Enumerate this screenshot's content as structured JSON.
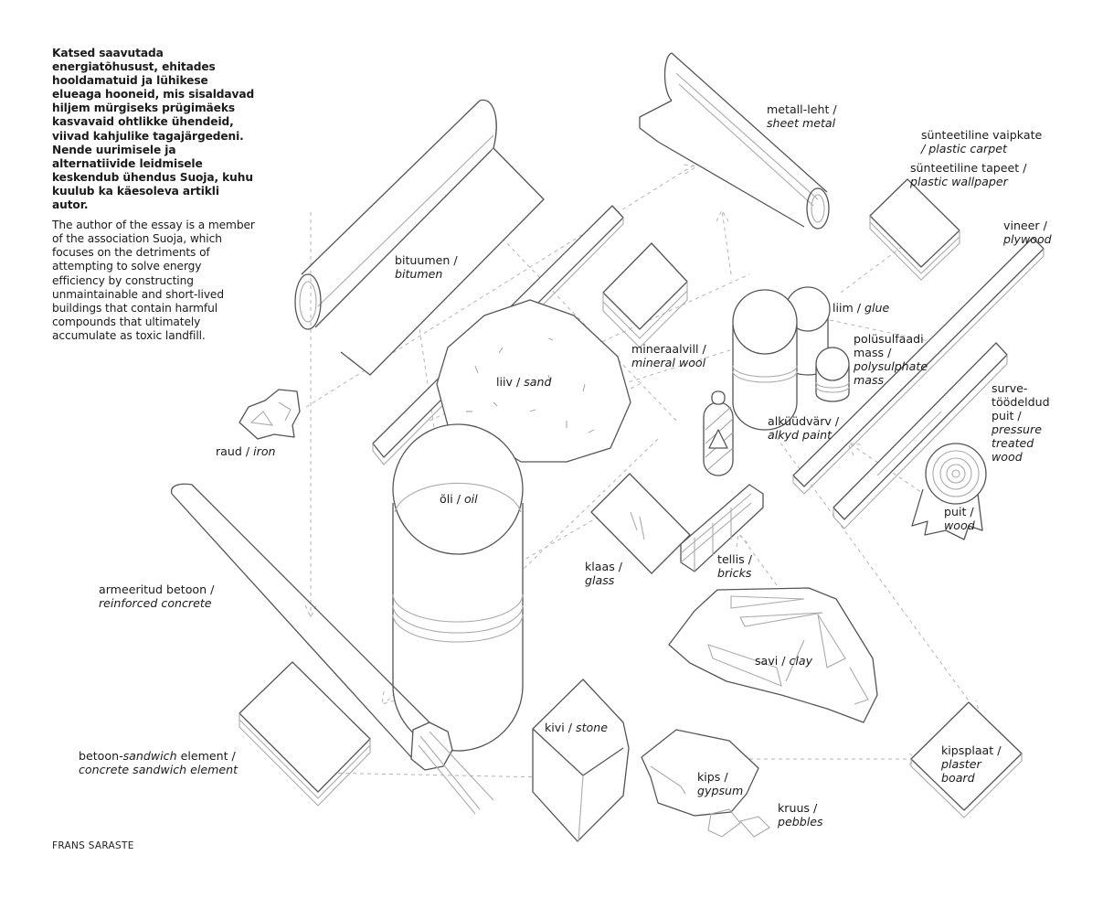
{
  "intro": {
    "estonian": "Katsed saavutada energiatõhusust, ehitades hooldamatuid ja lühikese elueaga hooneid, mis sisaldavad hiljem mürgiseks prügimäeks kasvavaid ohtlikke ühendeid, viivad kahjulike tagajärgedeni. Nende uurimisele ja alternatiivide leidmisele keskendub ühendus Suoja, kuhu kuulub ka käesoleva artikli autor.",
    "english": "The author of the essay is a member of the association Suoja, which focuses on the detriments of attempting to solve energy efficiency by constructing unmaintainable and short-lived buildings that contain harmful compounds that ultimately accumulate as toxic landfill."
  },
  "credit": "FRANS SARASTE",
  "materials": {
    "bitumen": {
      "et": "bituumen /",
      "en": "bitumen"
    },
    "sheet_metal": {
      "et": "metall-leht /",
      "en": "sheet metal"
    },
    "plastic_carpet": {
      "et": "sünteetiline vaipkate",
      "en": "/ plastic carpet"
    },
    "plastic_wallpaper": {
      "et": "sünteetiline tapeet /",
      "en": "plastic wallpaper"
    },
    "plywood": {
      "et": "vineer /",
      "en": "plywood"
    },
    "glue": {
      "et": "liim /",
      "en": "glue"
    },
    "polysulphate": {
      "et1": "polüsulfaadi",
      "et2": "mass /",
      "en1": "polysulphate",
      "en2": "mass"
    },
    "mineral_wool": {
      "et": "mineraalvill /",
      "en": "mineral wool"
    },
    "sand": {
      "et": "liiv /",
      "en": "sand"
    },
    "alkyd_paint": {
      "et": "alküüdvärv /",
      "en": "alkyd paint"
    },
    "pressure_treated_wood": {
      "et1": "surve-",
      "et2": "töödeldud",
      "et3": "puit /",
      "en1": "pressure",
      "en2": "treated",
      "en3": "wood"
    },
    "iron": {
      "et": "raud /",
      "en": "iron"
    },
    "oil": {
      "et": "õli /",
      "en": "oil"
    },
    "wood": {
      "et": "puit /",
      "en": "wood"
    },
    "glass": {
      "et": "klaas /",
      "en": "glass"
    },
    "bricks": {
      "et": "tellis /",
      "en": "bricks"
    },
    "reinforced_concrete": {
      "et": "armeeritud betoon /",
      "en": "reinforced concrete"
    },
    "clay": {
      "et": "savi /",
      "en": "clay"
    },
    "concrete_sandwich": {
      "et_a": "betoon-",
      "et_b": "sandwich",
      "et_c": " element /",
      "en": "concrete sandwich element"
    },
    "stone": {
      "et": "kivi /",
      "en": "stone"
    },
    "gypsum": {
      "et": "kips /",
      "en": "gypsum"
    },
    "plaster_board": {
      "et": "kipsplaat /",
      "en1": "plaster",
      "en2": "board"
    },
    "pebbles": {
      "et": "kruus /",
      "en": "pebbles"
    }
  }
}
